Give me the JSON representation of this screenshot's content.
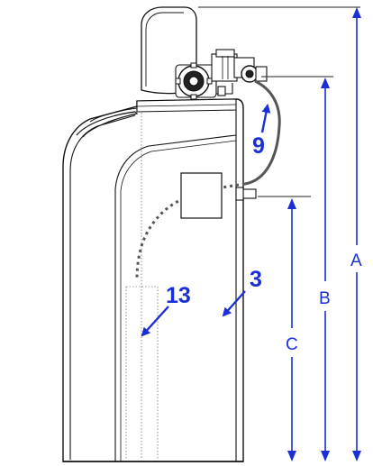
{
  "diagram": {
    "callouts": [
      {
        "id": "callout-9",
        "text": "9"
      },
      {
        "id": "callout-13",
        "text": "13"
      },
      {
        "id": "callout-3",
        "text": "3"
      }
    ],
    "dimensions": [
      {
        "id": "dim-a",
        "text": "A"
      },
      {
        "id": "dim-b",
        "text": "B"
      },
      {
        "id": "dim-c",
        "text": "C"
      }
    ],
    "colors": {
      "line": "#111111",
      "hose": "#555555",
      "callout": "#1a2fd6",
      "dimension": "#1a2fd6"
    }
  }
}
